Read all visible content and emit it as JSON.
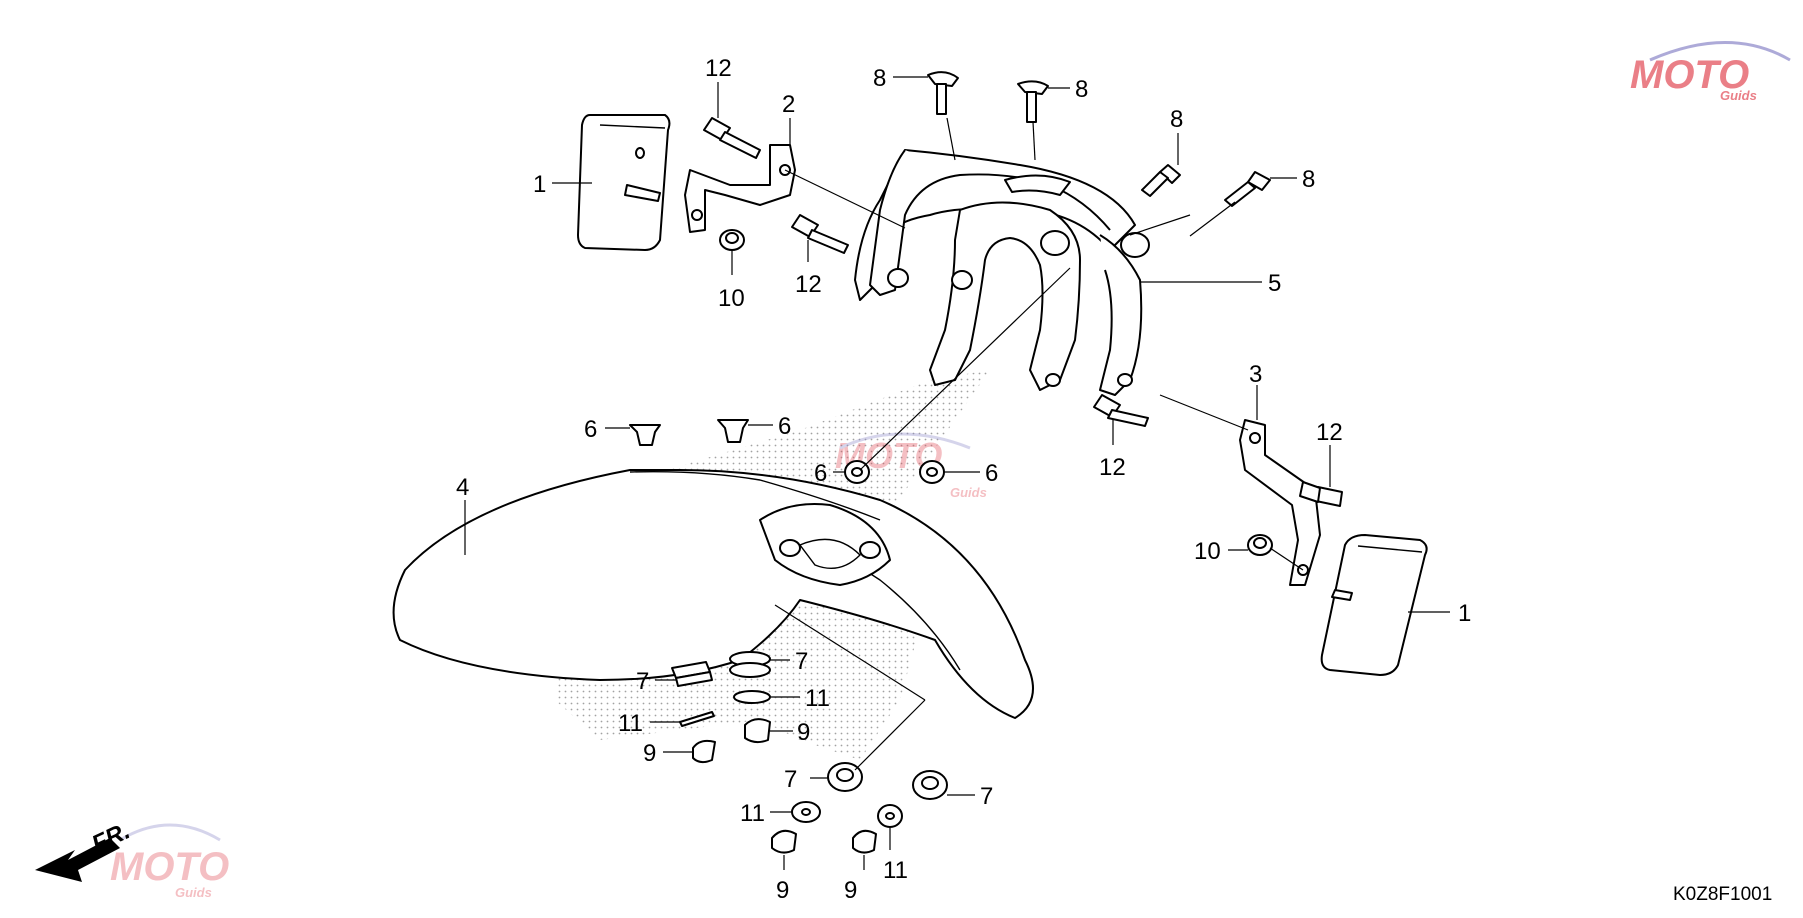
{
  "diagram": {
    "code": "K0Z8F1001",
    "direction_label": "FR.",
    "watermark": {
      "brand": "MOTO",
      "sub": "Guids",
      "colors": {
        "primary": "#e24a55",
        "secondary": "#8a86c8"
      }
    },
    "callouts": {
      "c1a": "1",
      "c1b": "1",
      "c2": "2",
      "c3": "3",
      "c4": "4",
      "c5": "5",
      "c6a": "6",
      "c6b": "6",
      "c6c": "6",
      "c6d": "6",
      "c7a": "7",
      "c7b": "7",
      "c7c": "7",
      "c7d": "7",
      "c8a": "8",
      "c8b": "8",
      "c8c": "8",
      "c8d": "8",
      "c9a": "9",
      "c9b": "9",
      "c9c": "9",
      "c9d": "9",
      "c10a": "10",
      "c10b": "10",
      "c11a": "11",
      "c11b": "11",
      "c11c": "11",
      "c11d": "11",
      "c12a": "12",
      "c12b": "12",
      "c12c": "12",
      "c12d": "12"
    }
  }
}
